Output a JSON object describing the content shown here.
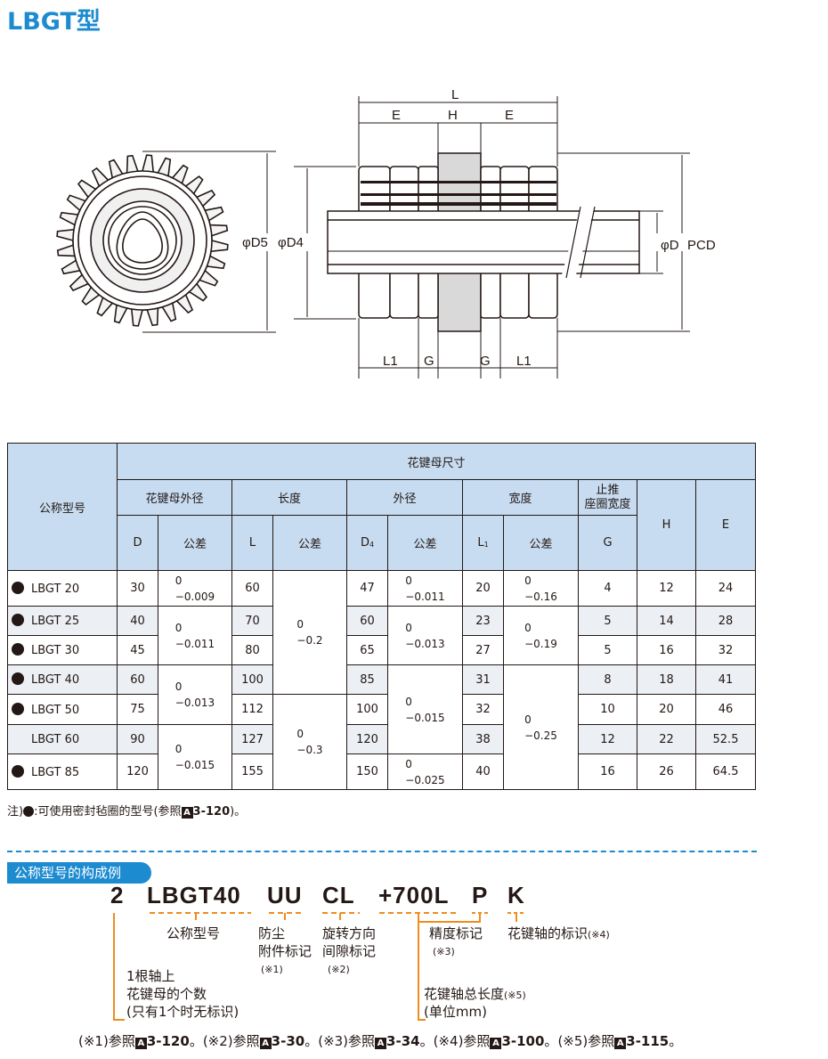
{
  "title": "LBGT型",
  "drawing": {
    "labels": {
      "L": "L",
      "E_left": "E",
      "H": "H",
      "E_right": "E",
      "D5": "φD5",
      "D4": "φD4",
      "D": "φD",
      "PCD": "PCD",
      "L1_left": "L1",
      "G_left": "G",
      "G_right": "G",
      "L1_right": "L1"
    }
  },
  "table": {
    "header": {
      "model": "公称型号",
      "group": "花键母尺寸",
      "outer_dia": "花键母外径",
      "length": "长度",
      "flange_od": "外径",
      "width": "宽度",
      "ring_width": "止推\n座圈宽度",
      "D": "D",
      "tol": "公差",
      "L": "L",
      "D4": "D",
      "D4_sub": "4",
      "L1": "L",
      "L1_sub": "1",
      "G": "G",
      "H": "H",
      "E": "E"
    },
    "rows": [
      {
        "model": "LBGT 20",
        "dot": true,
        "D": "30",
        "L": "60",
        "D4": "47",
        "L1": "20",
        "G": "4",
        "H": "12",
        "E": "24"
      },
      {
        "model": "LBGT 25",
        "dot": true,
        "D": "40",
        "L": "70",
        "D4": "60",
        "L1": "23",
        "G": "5",
        "H": "14",
        "E": "28"
      },
      {
        "model": "LBGT 30",
        "dot": true,
        "D": "45",
        "L": "80",
        "D4": "65",
        "L1": "27",
        "G": "5",
        "H": "16",
        "E": "32"
      },
      {
        "model": "LBGT 40",
        "dot": true,
        "D": "60",
        "L": "100",
        "D4": "85",
        "L1": "31",
        "G": "8",
        "H": "18",
        "E": "41"
      },
      {
        "model": "LBGT 50",
        "dot": true,
        "D": "75",
        "L": "112",
        "D4": "100",
        "L1": "32",
        "G": "10",
        "H": "20",
        "E": "46"
      },
      {
        "model": "LBGT 60",
        "dot": false,
        "D": "90",
        "L": "127",
        "D4": "120",
        "L1": "38",
        "G": "12",
        "H": "22",
        "E": "52.5"
      },
      {
        "model": "LBGT 85",
        "dot": true,
        "D": "120",
        "L": "155",
        "D4": "150",
        "L1": "40",
        "G": "16",
        "H": "26",
        "E": "64.5"
      }
    ],
    "tol": {
      "D": [
        {
          "upper": "0",
          "lower": "−0.009"
        },
        {
          "upper": "0",
          "lower": "−0.011"
        },
        {
          "upper": "0",
          "lower": "−0.013"
        },
        {
          "upper": "0",
          "lower": "−0.015"
        }
      ],
      "L": [
        {
          "upper": "0",
          "lower": "−0.2"
        },
        {
          "upper": "0",
          "lower": "−0.3"
        }
      ],
      "D4": [
        {
          "upper": "0",
          "lower": "−0.011"
        },
        {
          "upper": "0",
          "lower": "−0.013"
        },
        {
          "upper": "0",
          "lower": "−0.015"
        },
        {
          "upper": "0",
          "lower": "−0.025"
        }
      ],
      "L1": [
        {
          "upper": "0",
          "lower": "−0.16"
        },
        {
          "upper": "0",
          "lower": "−0.19"
        },
        {
          "upper": "0",
          "lower": "−0.25"
        }
      ]
    }
  },
  "note": {
    "prefix": "注)",
    "text": ":可使用密封毡圈的型号(参照",
    "ref": "3-120",
    "suffix": ")。",
    "ref_badge": "A"
  },
  "composition": {
    "section_title": "公称型号的构成例",
    "code": {
      "qty": "2",
      "model": "LBGT40",
      "seal": "UU",
      "clearance": "CL",
      "length": "+700L",
      "precision": "P",
      "shaft": "K"
    },
    "labels": {
      "model": "公称型号",
      "seal_1": "防尘",
      "seal_2": "附件标记",
      "seal_ref": "(※1)",
      "clr_1": "旋转方向",
      "clr_2": "间隙标记",
      "clr_ref": "(※2)",
      "precision": "精度标记",
      "precision_ref": "(※3)",
      "shaft": "花键轴的标识",
      "shaft_ref": "(※4)",
      "qty_1": "1根轴上",
      "qty_2": "花键母的个数",
      "qty_3": "(只有1个时无标识)",
      "length_1": "花键轴总长度",
      "length_ref": "(※5)",
      "length_2": "(单位mm)"
    },
    "refs": [
      {
        "mark": "(※1)参照",
        "page": "3-120",
        "end": "。"
      },
      {
        "mark": "(※2)参照",
        "page": "3-30",
        "end": "。"
      },
      {
        "mark": "(※3)参照",
        "page": "3-34",
        "end": "。"
      },
      {
        "mark": "(※4)参照",
        "page": "3-100",
        "end": "。"
      },
      {
        "mark": "(※5)参照",
        "page": "3-115",
        "end": "。"
      }
    ],
    "ref_badge": "A"
  },
  "colors": {
    "accent": "#1d8bd0",
    "header_bg": "#c7dcf0",
    "row_alt": "#ecf0f5",
    "text": "#231815"
  }
}
